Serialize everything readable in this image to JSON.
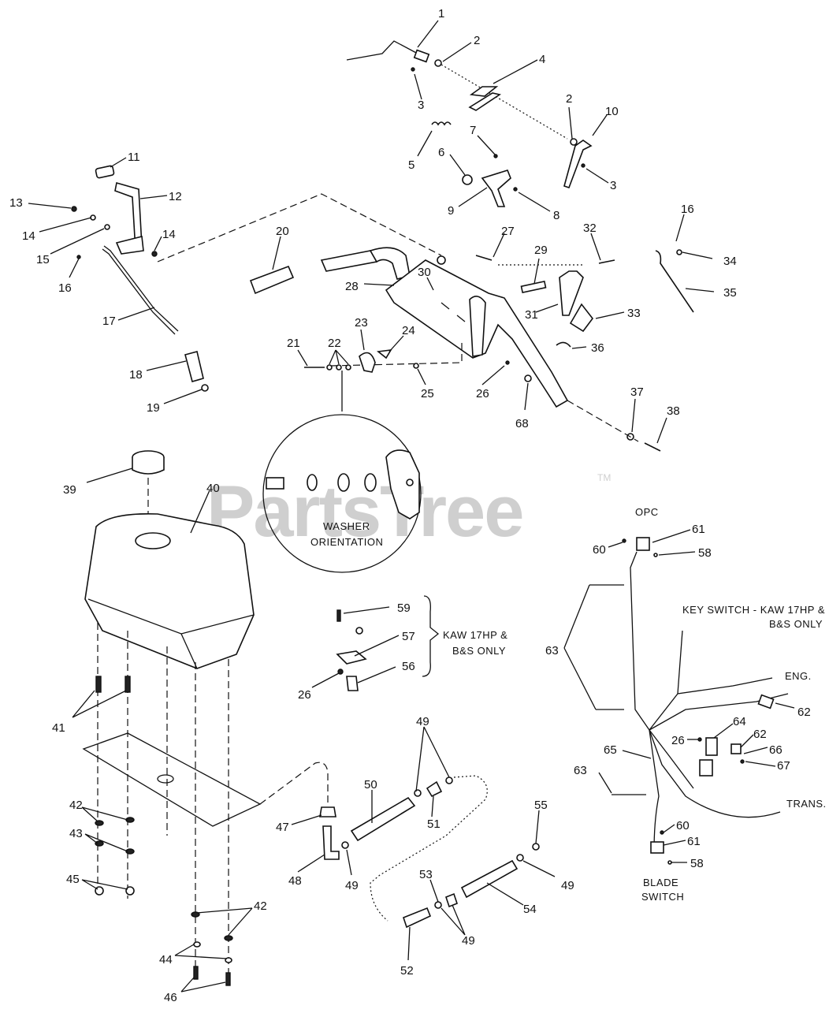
{
  "watermark": {
    "text": "PartsTree",
    "trademark": "TM"
  },
  "callouts": [
    {
      "id": "c1",
      "text": "1"
    },
    {
      "id": "c2a",
      "text": "2"
    },
    {
      "id": "c3a",
      "text": "3"
    },
    {
      "id": "c4",
      "text": "4"
    },
    {
      "id": "c2b",
      "text": "2"
    },
    {
      "id": "c10",
      "text": "10"
    },
    {
      "id": "c3b",
      "text": "3"
    },
    {
      "id": "c5",
      "text": "5"
    },
    {
      "id": "c7",
      "text": "7"
    },
    {
      "id": "c6",
      "text": "6"
    },
    {
      "id": "c9",
      "text": "9"
    },
    {
      "id": "c8",
      "text": "8"
    },
    {
      "id": "c11",
      "text": "11"
    },
    {
      "id": "c12",
      "text": "12"
    },
    {
      "id": "c13",
      "text": "13"
    },
    {
      "id": "c14a",
      "text": "14"
    },
    {
      "id": "c14b",
      "text": "14"
    },
    {
      "id": "c15",
      "text": "15"
    },
    {
      "id": "c16a",
      "text": "16"
    },
    {
      "id": "c17",
      "text": "17"
    },
    {
      "id": "c18",
      "text": "18"
    },
    {
      "id": "c19",
      "text": "19"
    },
    {
      "id": "c20",
      "text": "20"
    },
    {
      "id": "c27",
      "text": "27"
    },
    {
      "id": "c28",
      "text": "28"
    },
    {
      "id": "c30",
      "text": "30"
    },
    {
      "id": "c29",
      "text": "29"
    },
    {
      "id": "c32",
      "text": "32"
    },
    {
      "id": "c31",
      "text": "31"
    },
    {
      "id": "c33",
      "text": "33"
    },
    {
      "id": "c16b",
      "text": "16"
    },
    {
      "id": "c34",
      "text": "34"
    },
    {
      "id": "c35",
      "text": "35"
    },
    {
      "id": "c21",
      "text": "21"
    },
    {
      "id": "c22",
      "text": "22"
    },
    {
      "id": "c23",
      "text": "23"
    },
    {
      "id": "c24",
      "text": "24"
    },
    {
      "id": "c25",
      "text": "25"
    },
    {
      "id": "c26a",
      "text": "26"
    },
    {
      "id": "c36",
      "text": "36"
    },
    {
      "id": "c68",
      "text": "68"
    },
    {
      "id": "c37",
      "text": "37"
    },
    {
      "id": "c38",
      "text": "38"
    },
    {
      "id": "c39",
      "text": "39"
    },
    {
      "id": "c40",
      "text": "40"
    },
    {
      "id": "c41",
      "text": "41"
    },
    {
      "id": "c42a",
      "text": "42"
    },
    {
      "id": "c43",
      "text": "43"
    },
    {
      "id": "c45",
      "text": "45"
    },
    {
      "id": "c42b",
      "text": "42"
    },
    {
      "id": "c44",
      "text": "44"
    },
    {
      "id": "c46",
      "text": "46"
    },
    {
      "id": "c59",
      "text": "59"
    },
    {
      "id": "c57",
      "text": "57"
    },
    {
      "id": "c56",
      "text": "56"
    },
    {
      "id": "c26b",
      "text": "26"
    },
    {
      "id": "c49a",
      "text": "49"
    },
    {
      "id": "c50",
      "text": "50"
    },
    {
      "id": "c51",
      "text": "51"
    },
    {
      "id": "c47",
      "text": "47"
    },
    {
      "id": "c48",
      "text": "48"
    },
    {
      "id": "c49b",
      "text": "49"
    },
    {
      "id": "c55",
      "text": "55"
    },
    {
      "id": "c49c",
      "text": "49"
    },
    {
      "id": "c53",
      "text": "53"
    },
    {
      "id": "c54",
      "text": "54"
    },
    {
      "id": "c49d",
      "text": "49"
    },
    {
      "id": "c52",
      "text": "52"
    },
    {
      "id": "c60a",
      "text": "60"
    },
    {
      "id": "c61a",
      "text": "61"
    },
    {
      "id": "c58a",
      "text": "58"
    },
    {
      "id": "c63a",
      "text": "63"
    },
    {
      "id": "c62a",
      "text": "62"
    },
    {
      "id": "c26c",
      "text": "26"
    },
    {
      "id": "c64",
      "text": "64"
    },
    {
      "id": "c62b",
      "text": "62"
    },
    {
      "id": "c66",
      "text": "66"
    },
    {
      "id": "c67",
      "text": "67"
    },
    {
      "id": "c65",
      "text": "65"
    },
    {
      "id": "c63b",
      "text": "63"
    },
    {
      "id": "c60b",
      "text": "60"
    },
    {
      "id": "c61b",
      "text": "61"
    },
    {
      "id": "c58b",
      "text": "58"
    }
  ],
  "notes": {
    "washer_line1": "WASHER",
    "washer_line2": "ORIENTATION",
    "kaw_line1": "KAW 17HP &",
    "kaw_line2": "B&S ONLY",
    "opc": "OPC",
    "keyswitch_line1": "KEY SWITCH - KAW 17HP &",
    "keyswitch_line2": "B&S ONLY",
    "eng": "ENG.",
    "trans": "TRANS.",
    "blade_line1": "BLADE",
    "blade_line2": "SWITCH"
  }
}
